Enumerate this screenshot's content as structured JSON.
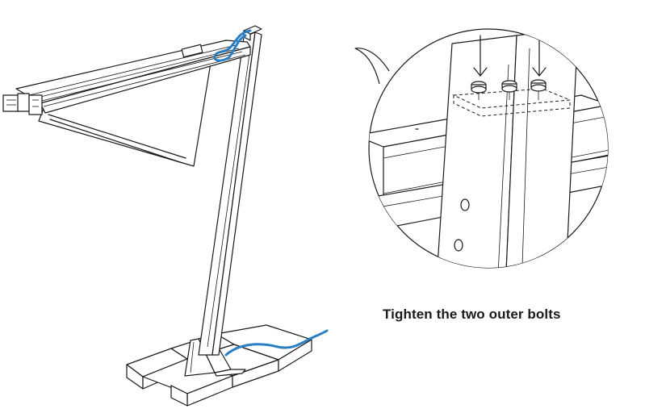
{
  "caption": "Tighten the two outer bolts",
  "colors": {
    "line": "#1a1a1a",
    "cable": "#2a7fc4",
    "background": "#ffffff"
  },
  "figure": {
    "overview": "lamp-assembly",
    "detail": "bolt-detail-callout",
    "highlighted_bolts": 2,
    "total_bolts": 3
  }
}
